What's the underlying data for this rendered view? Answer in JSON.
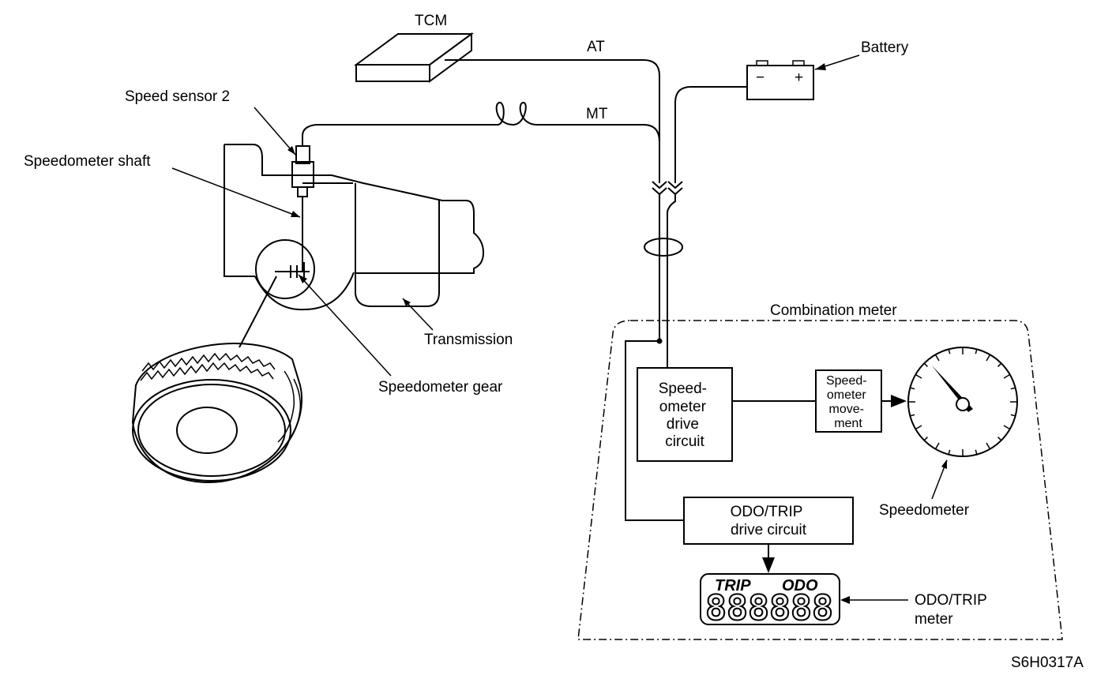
{
  "labels": {
    "tcm": "TCM",
    "at": "AT",
    "mt": "MT",
    "battery": "Battery",
    "battery_minus": "−",
    "battery_plus": "+",
    "speed_sensor": "Speed sensor 2",
    "speedometer_shaft": "Speedometer shaft",
    "transmission": "Transmission",
    "speedometer_gear": "Speedometer gear",
    "combination_meter": "Combination meter",
    "speedometer": "Speedometer",
    "odo_trip_meter_line1": "ODO/TRIP",
    "odo_trip_meter_line2": "meter",
    "figure_code": "S6H0317A"
  },
  "boxes": {
    "drive_circuit": [
      "Speed-",
      "ometer",
      "drive",
      "circuit"
    ],
    "movement": [
      "Speed-",
      "ometer",
      "move-",
      "ment"
    ],
    "odo_circuit": [
      "ODO/TRIP",
      "drive circuit"
    ]
  },
  "display": {
    "trip": "TRIP",
    "odo": "ODO",
    "digits": "888888"
  }
}
